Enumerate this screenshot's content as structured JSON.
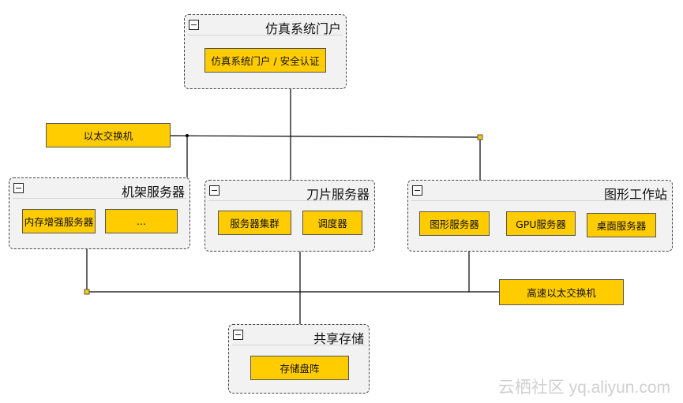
{
  "colors": {
    "node_fill": "#ffcc00",
    "group_fill": "#f2f2f2",
    "line": "#000000",
    "junction": "#ffcc00"
  },
  "icons": {
    "group_toggle": "minus-box-icon"
  },
  "groups": {
    "portal": {
      "title": "仿真系统门户",
      "nodes": [
        "仿真系统门户 / 安全认证"
      ]
    },
    "rack": {
      "title": "机架服务器",
      "nodes": [
        "内存增强服务器",
        "..."
      ]
    },
    "blade": {
      "title": "刀片服务器",
      "nodes": [
        "服务器集群",
        "调度器"
      ]
    },
    "graphics": {
      "title": "图形工作站",
      "nodes": [
        "图形服务器",
        "GPU服务器",
        "桌面服务器"
      ]
    },
    "storage": {
      "title": "共享存储",
      "nodes": [
        "存储盘阵"
      ]
    }
  },
  "switches": {
    "ethernet": "以太交换机",
    "high_speed": "高速以太交换机"
  },
  "watermark": "云栖社区 yq.aliyun.com"
}
